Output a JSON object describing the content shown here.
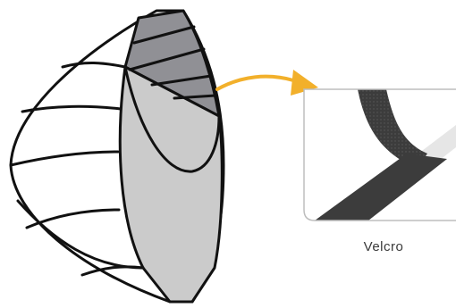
{
  "diagram": {
    "callout_label": "Velcro",
    "colors": {
      "outline": "#111111",
      "softbox_fill": "#ffffff",
      "front_panel": "#cbcbcb",
      "top_panel": "#909095",
      "arrow": "#f2b02b",
      "inset_border": "#bdbdbd",
      "velcro_strip": "#3c3c3c",
      "velcro_light": "#e6e6e6"
    },
    "icons": [
      "softbox-illustration",
      "callout-arrow-icon",
      "velcro-detail-illustration"
    ]
  }
}
